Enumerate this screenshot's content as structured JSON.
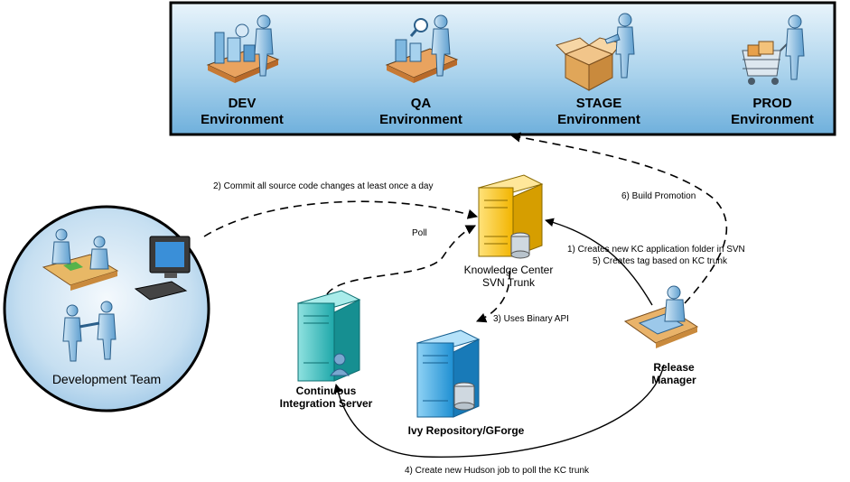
{
  "environments": [
    {
      "name": "DEV",
      "sub": "Environment"
    },
    {
      "name": "QA",
      "sub": "Environment"
    },
    {
      "name": "STAGE",
      "sub": "Environment"
    },
    {
      "name": "PROD",
      "sub": "Environment"
    }
  ],
  "nodes": {
    "dev_team": "Development Team",
    "svn_line1": "Knowledge Center",
    "svn_line2": "SVN Trunk",
    "ci_line1": "Continuous",
    "ci_line2": "Integration Server",
    "ivy": "Ivy Repository/GForge",
    "rm_line1": "Release",
    "rm_line2": "Manager"
  },
  "edges": {
    "commit": "2) Commit all source code changes at least once a day",
    "poll": "Poll",
    "build_promotion": "6) Build Promotion",
    "creates_folder": "1) Creates new KC application folder in SVN",
    "creates_tag": "5) Creates tag based on KC trunk",
    "binary_api": "3) Uses Binary API",
    "hudson_job": "4) Create new Hudson job to poll the KC trunk"
  },
  "colors": {
    "env_panel": "#9fc9e6",
    "svn_server": "#f5b800",
    "ci_server": "#26b5b5",
    "ivy_server": "#2aa2e0",
    "dev_team_circle": "#bcd9ee"
  }
}
